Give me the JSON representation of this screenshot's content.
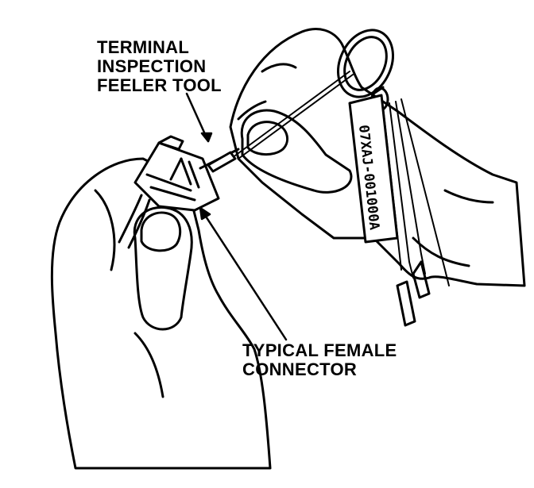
{
  "labels": {
    "tool": {
      "line1": "TERMINAL",
      "line2": "INSPECTION",
      "line3": "FEELER TOOL"
    },
    "connector": {
      "line1": "TYPICAL FEMALE",
      "line2": "CONNECTOR"
    }
  },
  "tool_tag": {
    "part_number": "07XAJ-001000A"
  }
}
